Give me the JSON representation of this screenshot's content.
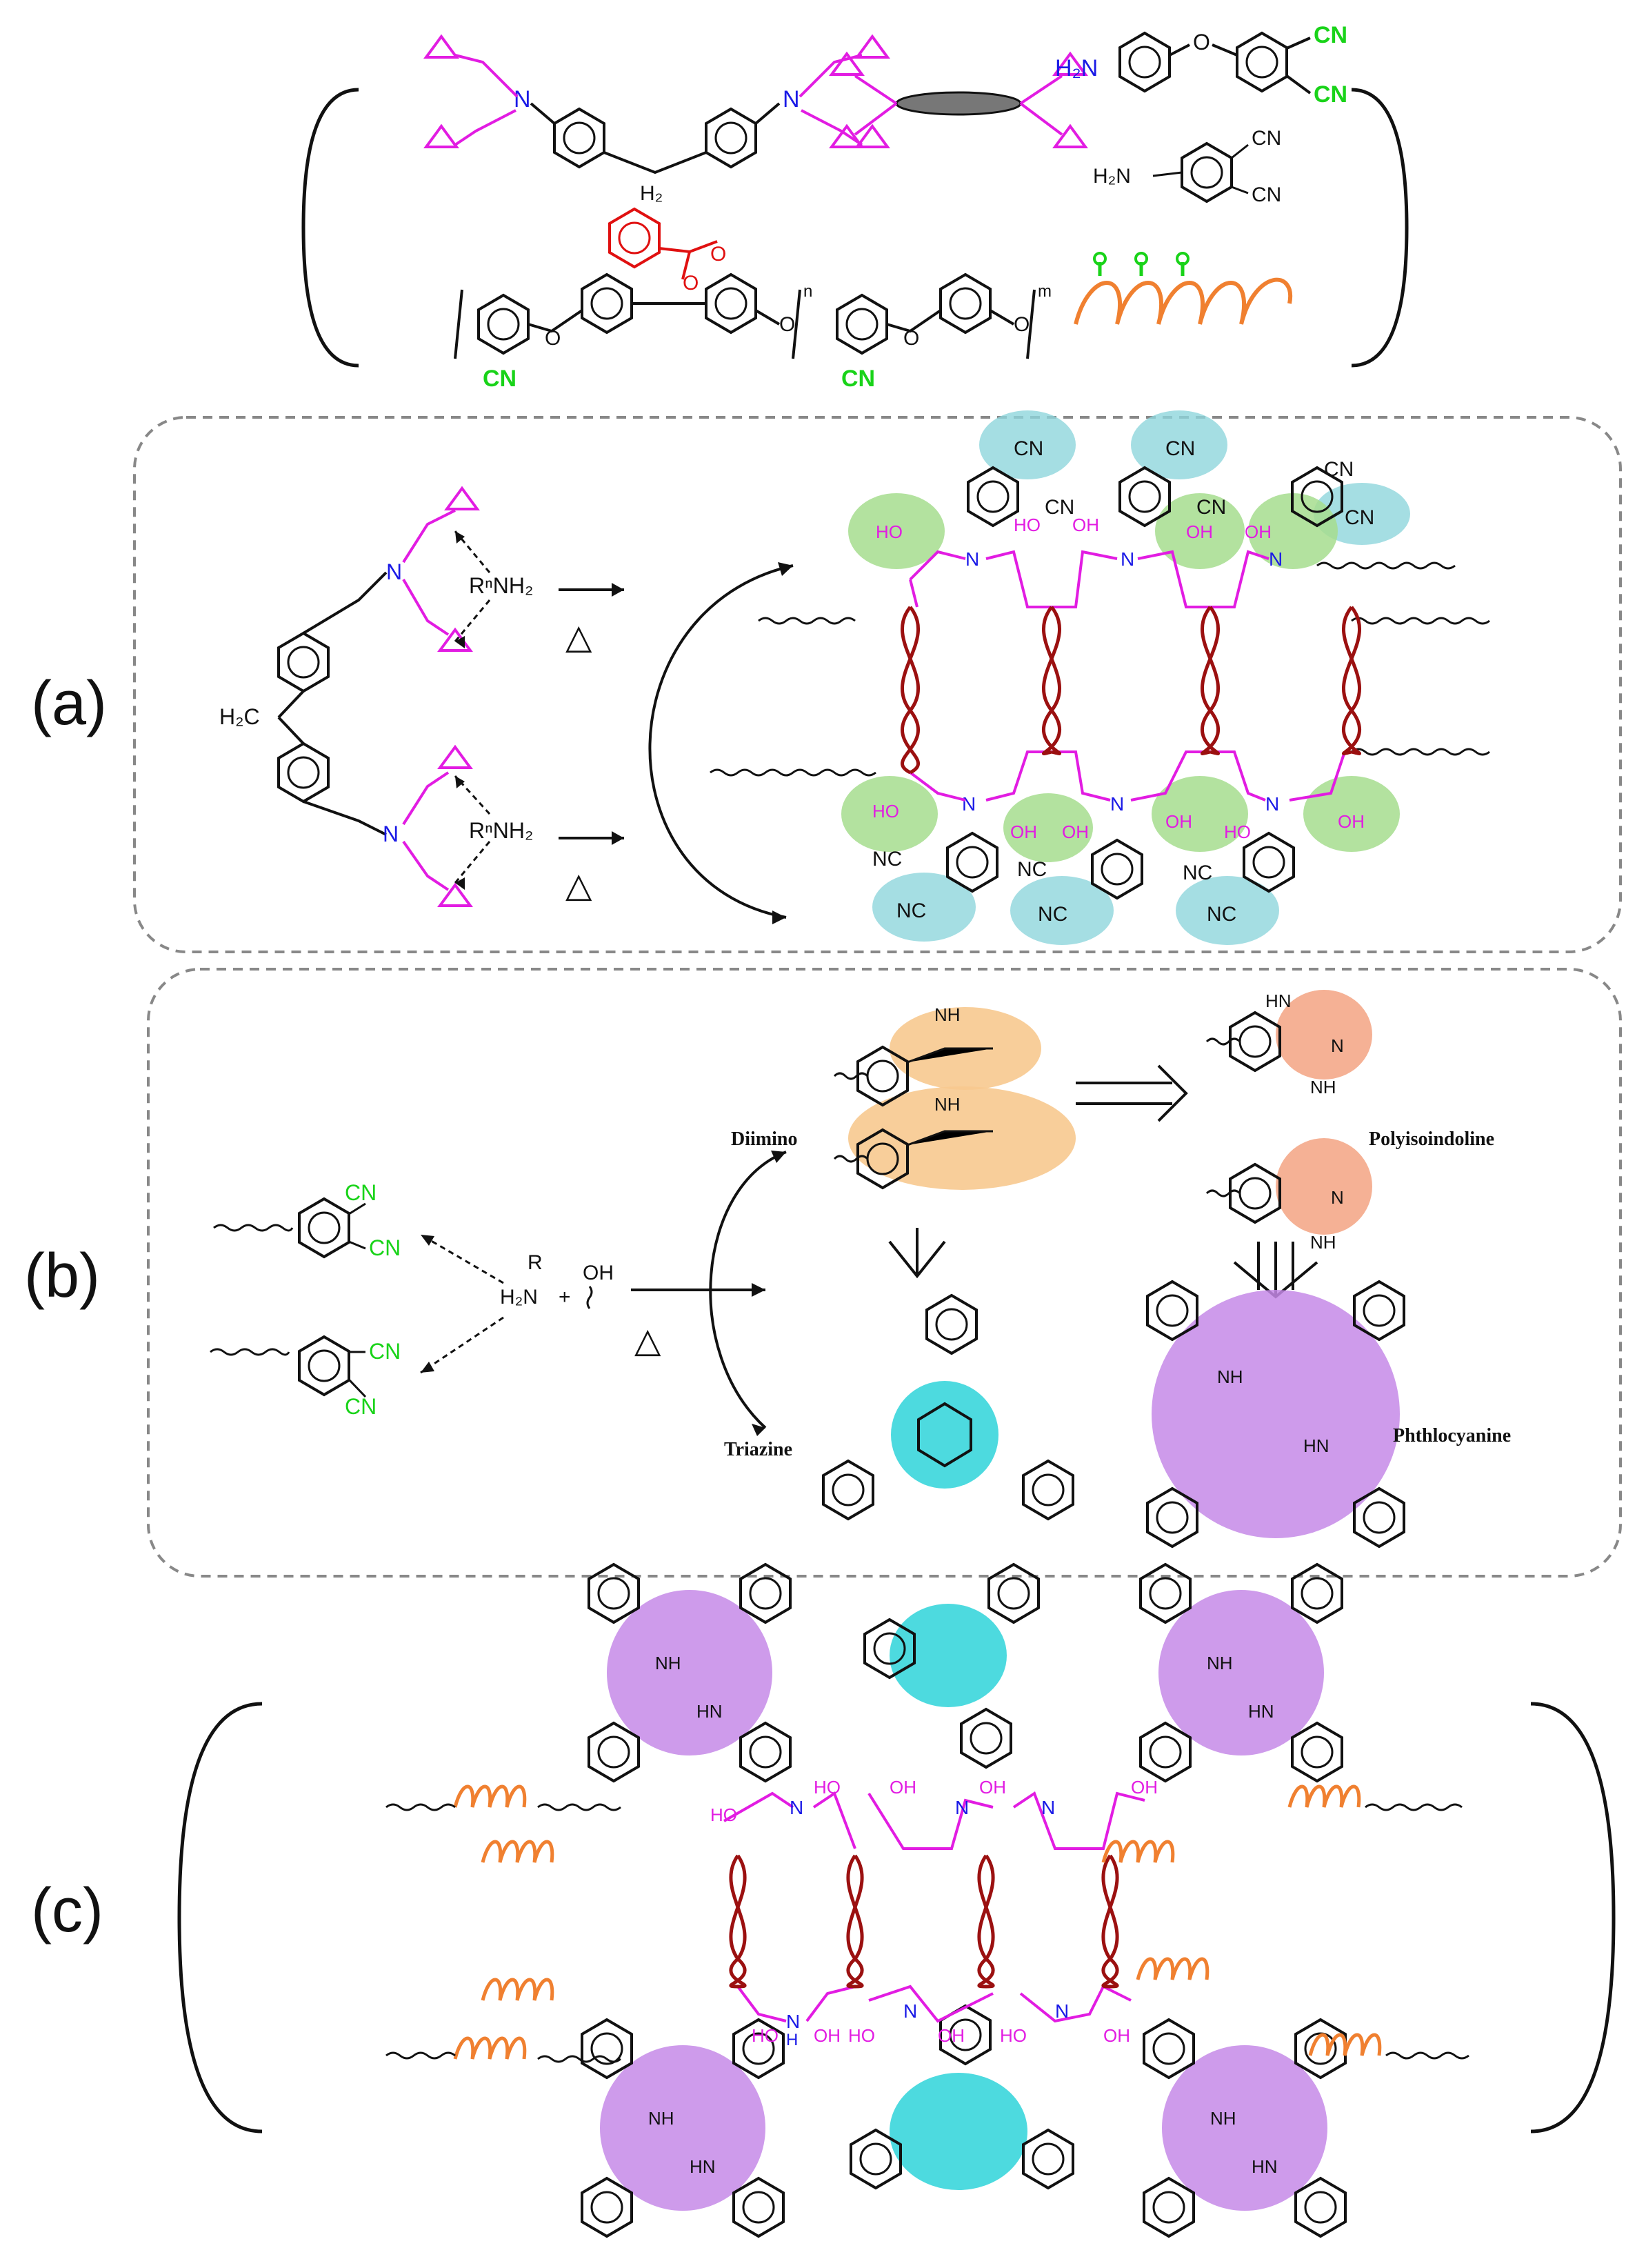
{
  "colors": {
    "magenta": "#e21ce2",
    "red": "#e01010",
    "green": "#19d319",
    "blue": "#1a1ae6",
    "dark_red": "#9b1010",
    "orange": "#f08030",
    "teal_fill": "#8fd6dc",
    "green_fill": "#a6dd8e",
    "orange_fill": "#f7c98f",
    "salmon_fill": "#f4a98a",
    "purple_fill": "#c689e8",
    "cyan_fill": "#2ed3d9",
    "panel_border": "#888888"
  },
  "panels": {
    "a": "(a)",
    "b": "(b)",
    "c": "(c)"
  },
  "top": {
    "nh2": "H₂N",
    "h2": "H₂",
    "cn": "CN",
    "o": "O",
    "n": "n",
    "m": "m"
  },
  "a": {
    "rnh2": "RⁿNH₂",
    "heat": "△",
    "h2c": "H₂C",
    "oh": "OH",
    "ho": "HO",
    "n": "N",
    "cn": "CN",
    "nc": "NC"
  },
  "b": {
    "cn": "CN",
    "r": "R",
    "h2n": "H₂N",
    "oh": "OH",
    "plus": "+",
    "heat": "△",
    "diimino": "Diimino",
    "triazine": "Triazine",
    "polyisoindoline": "Polyisoindoline",
    "phthalocyanine": "Phthlocyanine",
    "nh": "NH",
    "hn": "HN",
    "n": "N"
  },
  "c": {
    "oh": "OH",
    "ho": "HO",
    "n": "N",
    "nh": "NH",
    "hn": "HN",
    "h": "H"
  }
}
